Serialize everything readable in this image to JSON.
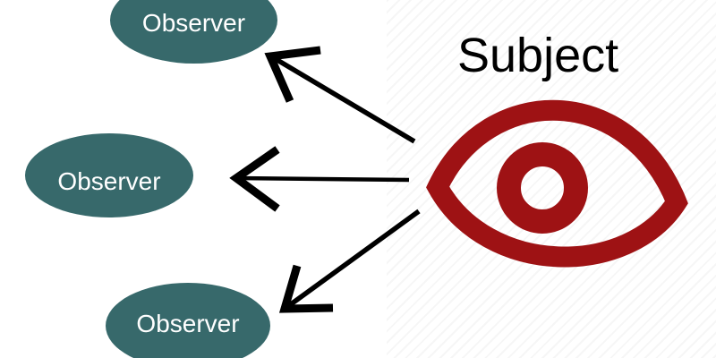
{
  "diagram": {
    "type": "observer-pattern-diagram",
    "subject": {
      "label": "Subject",
      "icon": "eye-icon"
    },
    "observers": [
      {
        "id": "observer-top",
        "label": "Observer"
      },
      {
        "id": "observer-middle",
        "label": "Observer"
      },
      {
        "id": "observer-bottom",
        "label": "Observer"
      }
    ],
    "arrows": [
      {
        "from": "subject",
        "to": "observer-top"
      },
      {
        "from": "subject",
        "to": "observer-middle"
      },
      {
        "from": "subject",
        "to": "observer-bottom"
      }
    ],
    "colors": {
      "observer_fill": "#37696b",
      "observer_text": "#ffffff",
      "subject_text": "#000000",
      "arrow": "#000000",
      "eye_red": "#9e1214",
      "background": "#ffffff",
      "watermark_stripe": "#f6f6f6"
    }
  }
}
